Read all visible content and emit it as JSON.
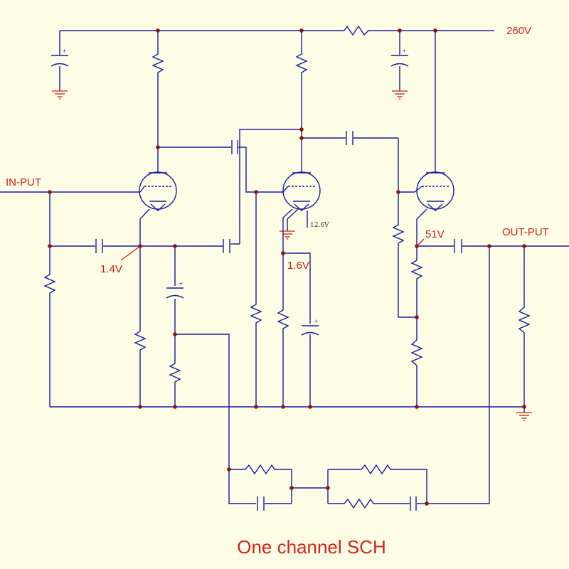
{
  "labels": {
    "supply": "260V",
    "input": "IN-PUT",
    "output": "OUT-PUT",
    "v_stage1": "1.4V",
    "v_stage2": "1.6V",
    "v_stage3": "51V",
    "heater": "12.6V"
  },
  "title": "One channel SCH",
  "colors": {
    "background": "#fdfce4",
    "wire": "#1a1aa8",
    "label": "#c8201c",
    "ground": "#c8201c",
    "junction": "#8e1010"
  }
}
